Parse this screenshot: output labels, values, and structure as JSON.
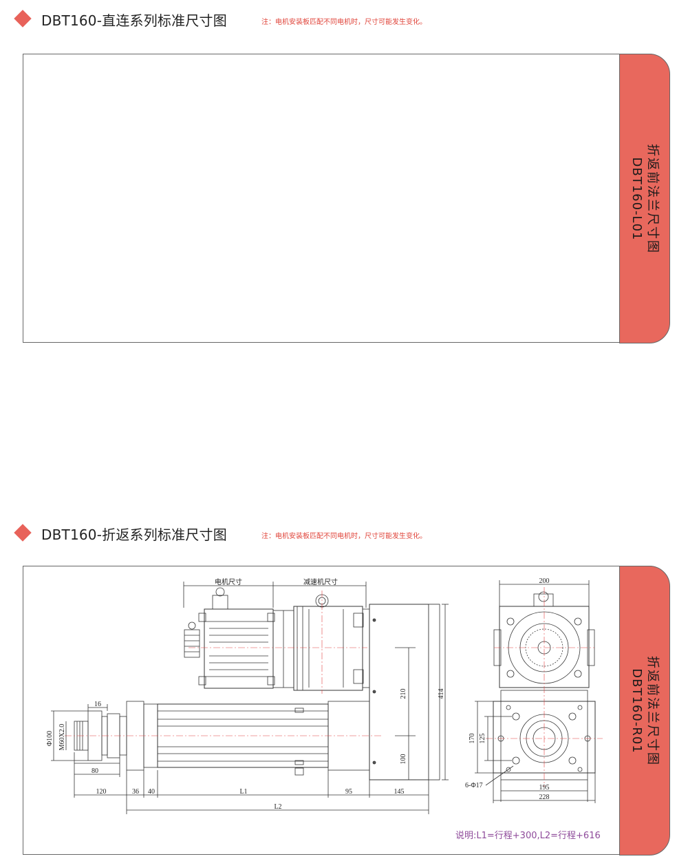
{
  "section1": {
    "title": "DBT160-直连系列标准尺寸图",
    "note": "注：电机安装板匹配不同电机时，尺寸可能发生变化。",
    "tab_line1": "折返前法兰尺寸图",
    "tab_line2": "DBT160-L01"
  },
  "section2": {
    "title": "DBT160-折返系列标准尺寸图",
    "note": "注：电机安装板匹配不同电机时，尺寸可能发生变化。",
    "tab_line1": "折返前法兰尺寸图",
    "tab_line2": "DBT160-R01",
    "drawing_labels": {
      "motor_size": "电机尺寸",
      "reducer_size": "减速机尺寸",
      "d16": "16",
      "phi100": "Φ100",
      "m60": "M60X2.0",
      "d80": "80",
      "d120": "120",
      "d36": "36",
      "d40": "40",
      "L1": "L1",
      "d95": "95",
      "d145": "145",
      "L2": "L2",
      "d210": "210",
      "d414": "414",
      "d100": "100",
      "d200": "200",
      "d170": "170",
      "d125": "125",
      "holes": "6-Φ17",
      "d195": "195",
      "d228": "228"
    },
    "remark": "说明:L1=行程+300,L2=行程+616"
  },
  "colors": {
    "accent": "#e8685d",
    "note_red": "#e0453b",
    "remark_purple": "#8e4a9a",
    "centerline": "#e04040"
  }
}
